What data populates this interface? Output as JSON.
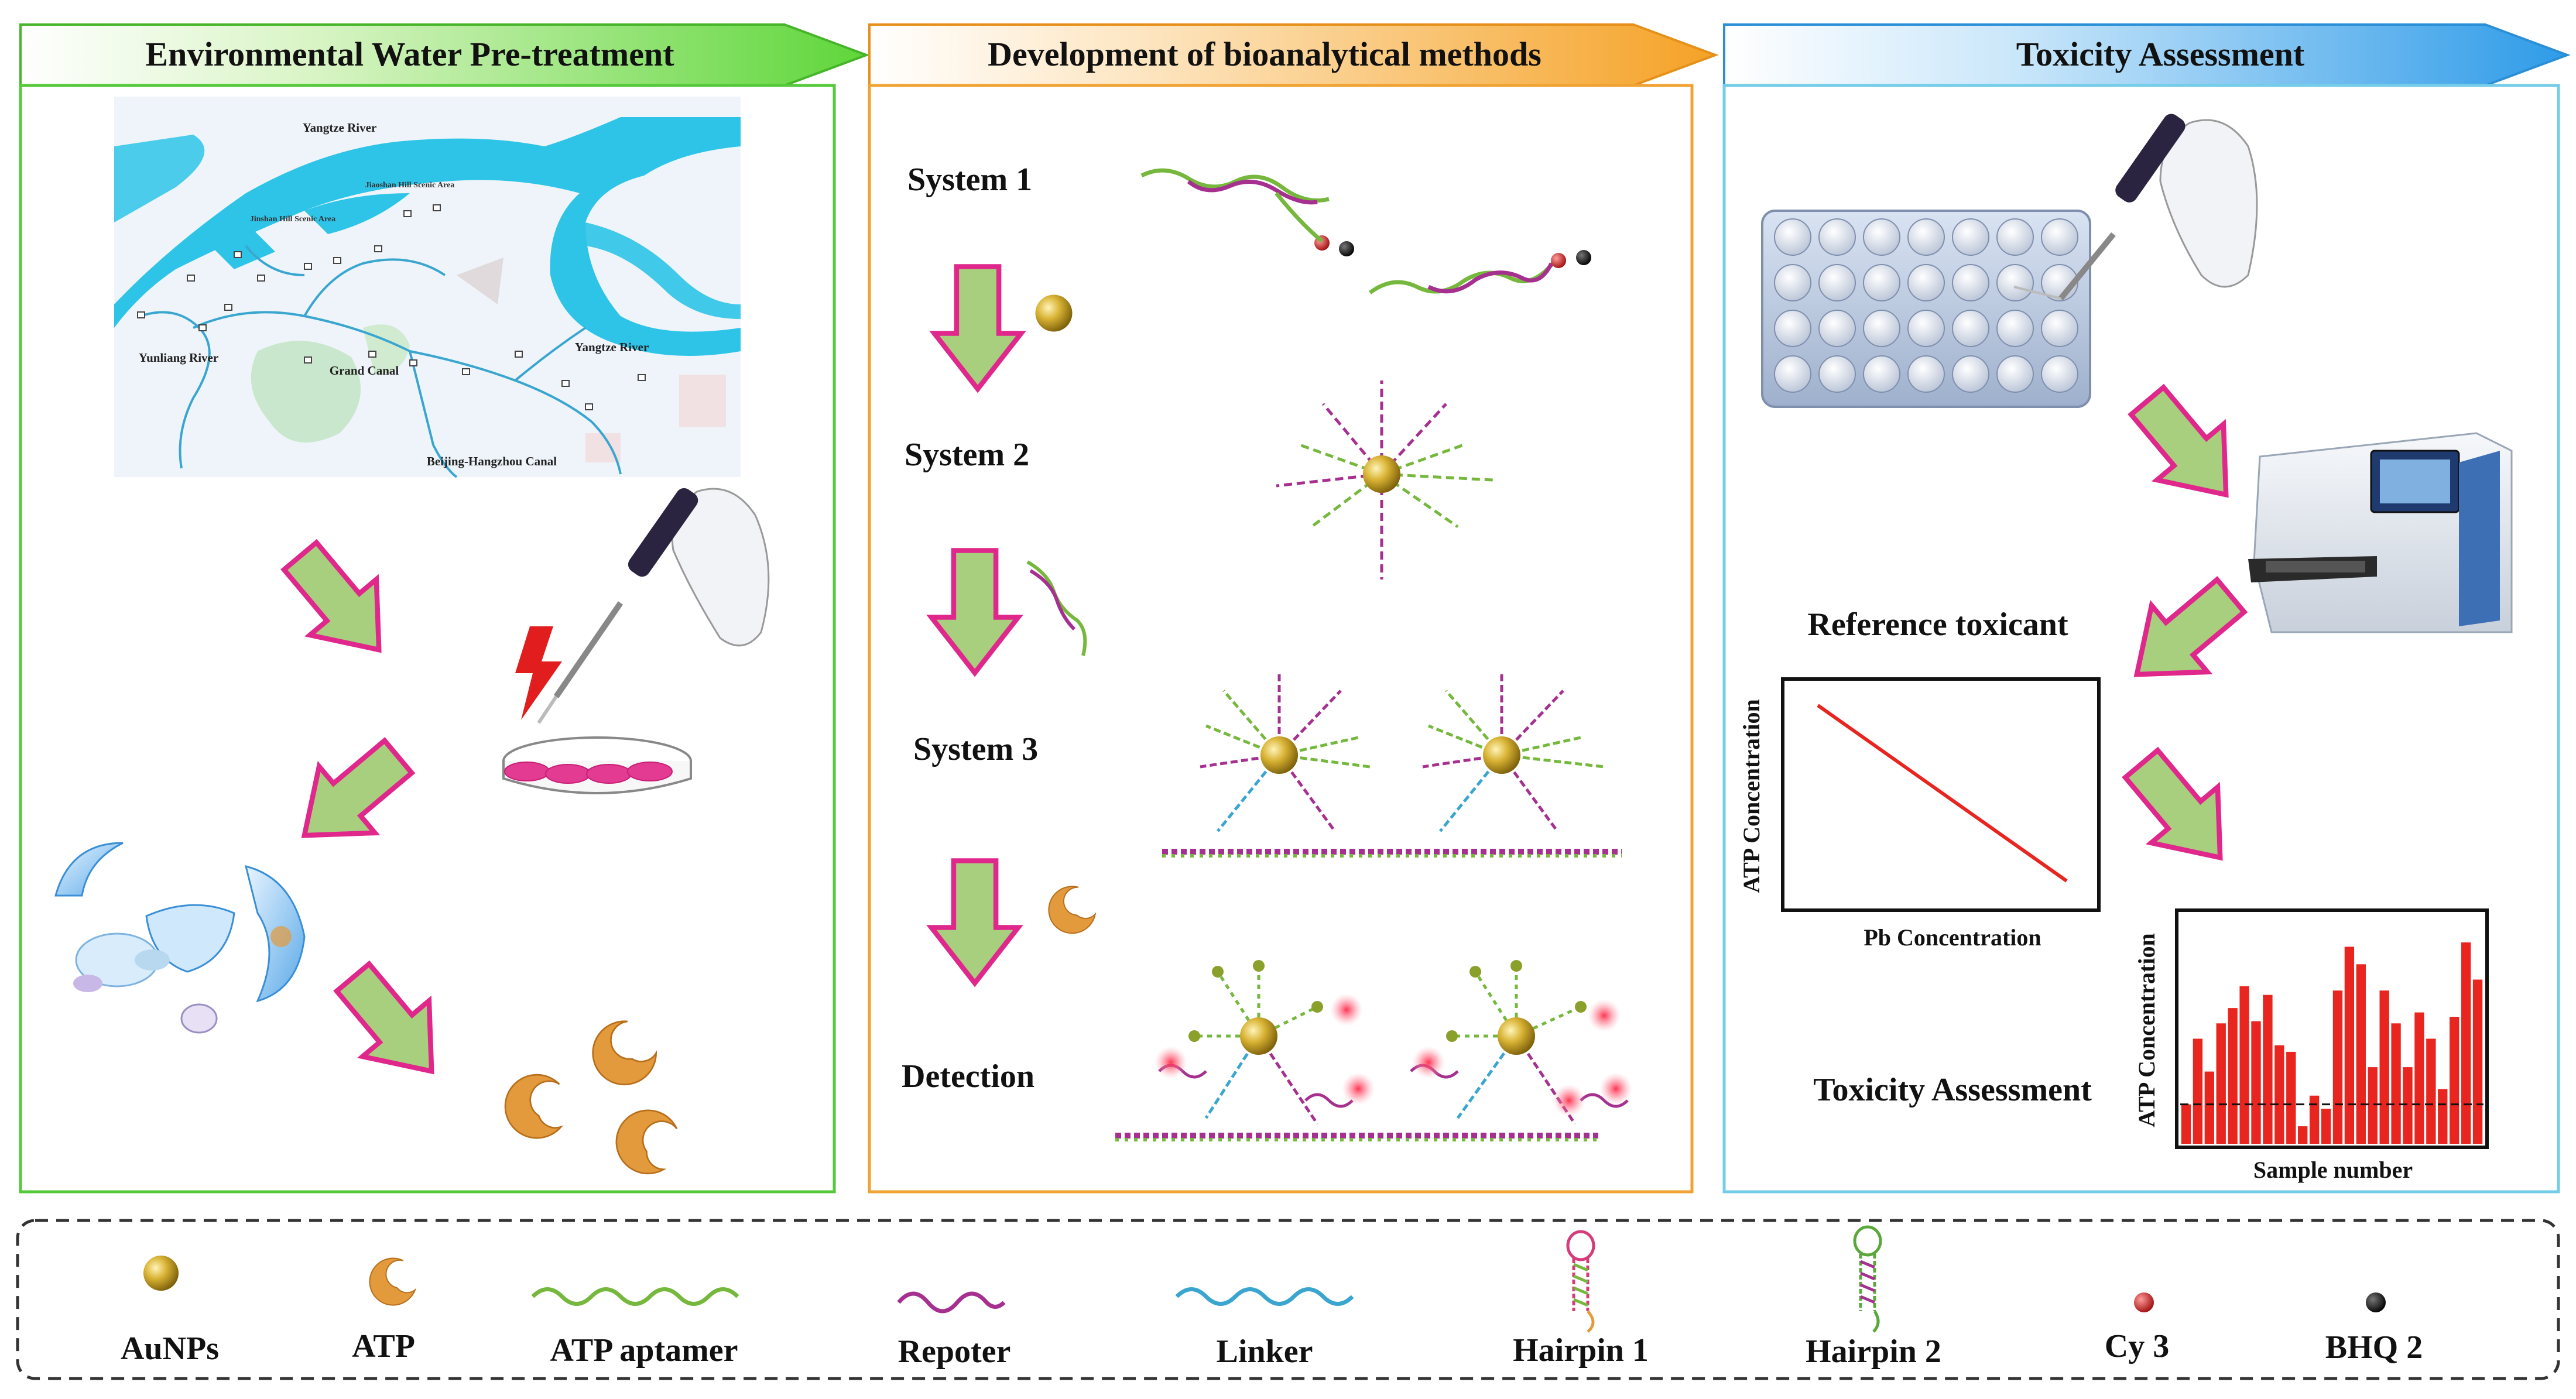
{
  "panels": {
    "pretreatment": {
      "title": "Environmental Water Pre-treatment"
    },
    "methods": {
      "title": "Development of bioanalytical methods"
    },
    "toxicity": {
      "title": "Toxicity Assessment"
    }
  },
  "map": {
    "labels": [
      "Yangtze River",
      "Jiaoshan Hill Scenic Area",
      "Jinshan Hill Scenic Area",
      "Yunliang River",
      "Grand Canal",
      "Yangtze River",
      "Beijing-Hangzhou Canal"
    ]
  },
  "systems": {
    "system1": "System 1",
    "system2": "System 2",
    "system3": "System 3",
    "detection": "Detection"
  },
  "reference": {
    "title": "Reference toxicant",
    "ylabel": "ATP Concentration",
    "xlabel": "Pb Concentration"
  },
  "assessment": {
    "title": "Toxicity Assessment"
  },
  "chart_data": [
    {
      "type": "line",
      "title": "",
      "xlabel": "Pb Concentration",
      "ylabel": "ATP Concentration",
      "series": [
        {
          "x": [
            0,
            1
          ],
          "y": [
            1,
            0
          ]
        }
      ],
      "color": "#e8251f",
      "grid": false
    },
    {
      "type": "bar",
      "title": "",
      "xlabel": "Sample number",
      "ylabel": "ATP Concentration",
      "values": [
        0.18,
        0.48,
        0.33,
        0.55,
        0.62,
        0.72,
        0.56,
        0.68,
        0.45,
        0.42,
        0.08,
        0.22,
        0.16,
        0.7,
        0.9,
        0.82,
        0.35,
        0.7,
        0.55,
        0.35,
        0.6,
        0.48,
        0.25,
        0.58,
        0.92,
        0.75
      ],
      "ylim": [
        0,
        1
      ],
      "threshold": 0.18,
      "color": "#e8251f",
      "grid": false
    }
  ],
  "legend": {
    "items": [
      "AuNPs",
      "ATP",
      "ATP aptamer",
      "Repoter",
      "Linker",
      "Hairpin 1",
      "Hairpin 2",
      "Cy 3",
      "BHQ 2"
    ]
  },
  "colors": {
    "green_header": "#5fd63a",
    "orange_header": "#f5a226",
    "blue_header": "#2e9be8",
    "arrow_fill": "#a8cf7e",
    "arrow_edge": "#e0288c",
    "gold": "#c9a21c",
    "atp": "#e39a3c",
    "aptamer": "#76b83d",
    "reporter": "#a6308f",
    "linker": "#3aa6d0",
    "hairpin1": "#d63b7a",
    "hairpin2": "#5aa83c",
    "cy3": "#c81e1e",
    "bhq2": "#111111",
    "bars": "#e8251f"
  }
}
